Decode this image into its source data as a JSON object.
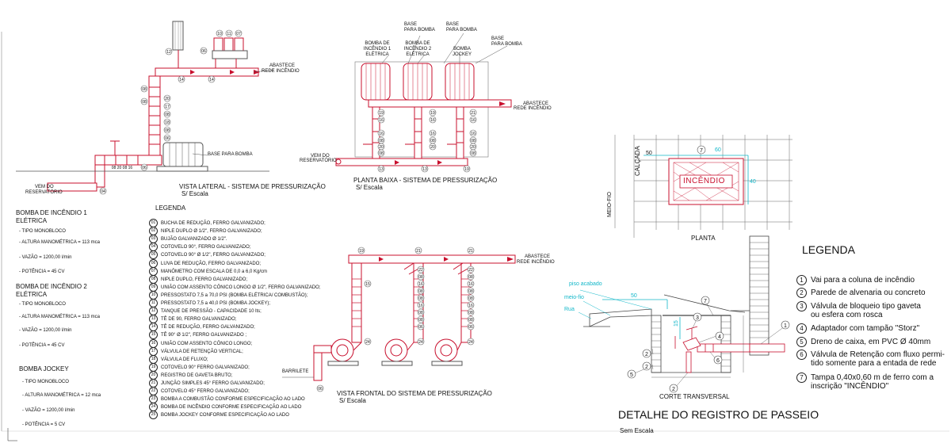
{
  "views": {
    "lateral": {
      "title": "VISTA LATERAL - SISTEMA DE PRESSURIZAÇÃO",
      "subtitle": "S/ Escala"
    },
    "planta": {
      "title": "PLANTA BAIXA - SISTEMA DE PRESSURIZAÇÃO",
      "subtitle": "S/ Escala"
    },
    "frontal": {
      "title": "VISTA FRONTAL DO SISTEMA DE PRESSURIZAÇÃO",
      "subtitle": "S/ Escala"
    }
  },
  "labels": {
    "abastece_1": "ABASTECE",
    "rede_1": "REDE INCÊNDIO",
    "abastece_2": "ABASTECE",
    "rede_2": "REDE INCÊNDIO",
    "abastece_3": "ABASTECE",
    "rede_3": "REDE INCÊNDIO",
    "vem_do_1": "VEM DO",
    "reservatorio_1": "RESERVATÓRIO",
    "vem_do_2": "VEM DO",
    "reservatorio_2": "RESERVATÓRIO",
    "base_bomba_lateral": "BASE PARA BOMBA",
    "bomba_1": [
      "BOMBA DE",
      "INCÊNDIO 1",
      "ELÉTRICA"
    ],
    "bomba_2": [
      "BOMBA DE",
      "INCÊNDIO 2",
      "ELÉTRICA"
    ],
    "bomba_jockey": [
      "BOMBA",
      "JOCKEY"
    ],
    "base_1": [
      "BASE",
      "PARA BOMBA"
    ],
    "base_2": [
      "BASE",
      "PARA BOMBA"
    ],
    "base_3": [
      "BASE",
      "PARA BOMBA"
    ],
    "barrilete": "BARRILETE"
  },
  "specs": [
    {
      "title": [
        "BOMBA DE INCÊNDIO 1",
        "ELÉTRICA"
      ],
      "items": [
        "- TIPO MONOBLOCO",
        "- ALTURA MANOMÉTRICA = 113 mca",
        "- VAZÃO = 1200,00 l/min",
        "- POTÊNCIA = 45 CV"
      ]
    },
    {
      "title": [
        "BOMBA DE INCÊNDIO 2",
        "ELÉTRICA"
      ],
      "items": [
        "- TIPO MONOBLOCO",
        "- ALTURA MANOMÉTRICA = 113 mca",
        "- VAZÃO = 1200,00 l/min",
        "- POTÊNCIA = 45 CV"
      ]
    },
    {
      "title": [
        "BOMBA JOCKEY"
      ],
      "items": [
        "- TIPO MONOBLOCO",
        "- ALTURA MANOMÉTRICA = 12 mca",
        "- VAZÃO = 1200,00 l/min",
        "- POTÊNCIA = 5 CV"
      ]
    }
  ],
  "legenda_title": "LEGENDA",
  "legenda": [
    {
      "n": "01",
      "text": "BUCHA DE REDUÇÃO, FERRO GALVANIZADO;"
    },
    {
      "n": "02",
      "text": "NIPLE DUPLO Ø 1/2\", FERRO GALVANIZADO;"
    },
    {
      "n": "03",
      "text": "BUJÃO GALVANIZADO Ø 1/2\"."
    },
    {
      "n": "04",
      "text": "COTOVELO 90°, FERRO GALVANIZADO;"
    },
    {
      "n": "05",
      "text": "COTOVELO 90° Ø 1/2\", FERRO GALVANIZADO;"
    },
    {
      "n": "06",
      "text": "LUVA DE REDUÇÃO, FERRO GALVANIZADO;"
    },
    {
      "n": "07",
      "text": "MANÔMETRO COM ESCALA DE 0,0 a 6,0 Kg/cm"
    },
    {
      "n": "08",
      "text": "NIPLE DUPLO, FERRO GALVANIZADO;"
    },
    {
      "n": "09",
      "text": "UNIÃO COM ASSENTO CÔNICO LONGO Ø 1/2\", FERRO GALVANIZADO;"
    },
    {
      "n": "10",
      "text": "PRESSOSTATO 7,5 a 70,0 PSI (BOMBA ELÉTRICA/ COMBUSTÃO);"
    },
    {
      "n": "11",
      "text": "PRESSOSTATO 7,5 a 40,0 PSI (BOMBA JOCKEY);"
    },
    {
      "n": "12",
      "text": "TANQUE DE PRESSÃO - CAPACIDADE 10 lts;"
    },
    {
      "n": "13",
      "text": "TÊ DE 90, FERRO GALVANIZADO;"
    },
    {
      "n": "14",
      "text": "TÊ DE REDUÇÃO, FERRO GALVANIZADO;"
    },
    {
      "n": "15",
      "text": "TÊ 90° Ø 1/2\", FERRO GALVANIZADO ;"
    },
    {
      "n": "16",
      "text": "UNIÃO COM ASSENTO CÔNICO LONGO;"
    },
    {
      "n": "17",
      "text": "VÁLVULA DE RETENÇÃO VERTICAL;"
    },
    {
      "n": "18",
      "text": "VÁLVULA DE FLUXO;"
    },
    {
      "n": "19",
      "text": "COTOVELO 90° FERRO GALVANIZADO;"
    },
    {
      "n": "20",
      "text": "REGISTRO DE GAVETA BRUTO;"
    },
    {
      "n": "21",
      "text": "JUNÇÃO SIMPLES 45° FERRO GALVANIZADO;"
    },
    {
      "n": "22",
      "text": "COTOVELO 45° FERRO GALVANIZADO;"
    },
    {
      "n": "23",
      "text": "BOMBA A COMBUSTÃO CONFORME ESPECIFICAÇÃO AO LADO"
    },
    {
      "n": "24",
      "text": "BOMBA DE INCÊNDIO CONFORME ESPECIFICAÇÃO AO LADO"
    },
    {
      "n": "25",
      "text": "BOMBA JOCKEY CONFORME ESPECIFICAÇÃO AO LADO"
    }
  ],
  "detail": {
    "title": "DETALHE DO REGISTRO DE PASSEIO",
    "subtitle": "Sem Escala",
    "planta": "PLANTA",
    "corte": "CORTE TRANSVERSAL",
    "calcada": "CALÇADA",
    "meio_fio_v": "MEIO-FIO",
    "incendio": "INCÊNDIO",
    "dim_50": "50",
    "dim_60": "60",
    "dim_40": "40",
    "dim_50b": "50",
    "dim_15": "15",
    "piso_acabado": "piso acabado",
    "meio_fio": "meio-fio",
    "rua": "Rua",
    "legenda_title": "LEGENDA",
    "legenda": [
      {
        "n": "1",
        "lines": [
          "Vai para a coluna de incêndio"
        ]
      },
      {
        "n": "2",
        "lines": [
          "Parede de alvenaria ou concreto"
        ]
      },
      {
        "n": "3",
        "lines": [
          "Válvula de bloqueio tipo gaveta",
          "ou esfera com rosca"
        ]
      },
      {
        "n": "4",
        "lines": [
          "Adaptador com tampão \"Storz\""
        ]
      },
      {
        "n": "5",
        "lines": [
          "Dreno de caixa, em PVC Ø 40mm"
        ]
      },
      {
        "n": "6",
        "lines": [
          "Válvula de Retenção com fluxo permi-",
          "tido somente para a entada de rede"
        ]
      },
      {
        "n": "7",
        "lines": [
          "Tampa 0,40x0,60 m de ferro com a",
          "inscrição \"INCÊNDIO\""
        ]
      }
    ]
  },
  "colors": {
    "pipe": "#c8102e",
    "accent": "#12b7c9"
  }
}
